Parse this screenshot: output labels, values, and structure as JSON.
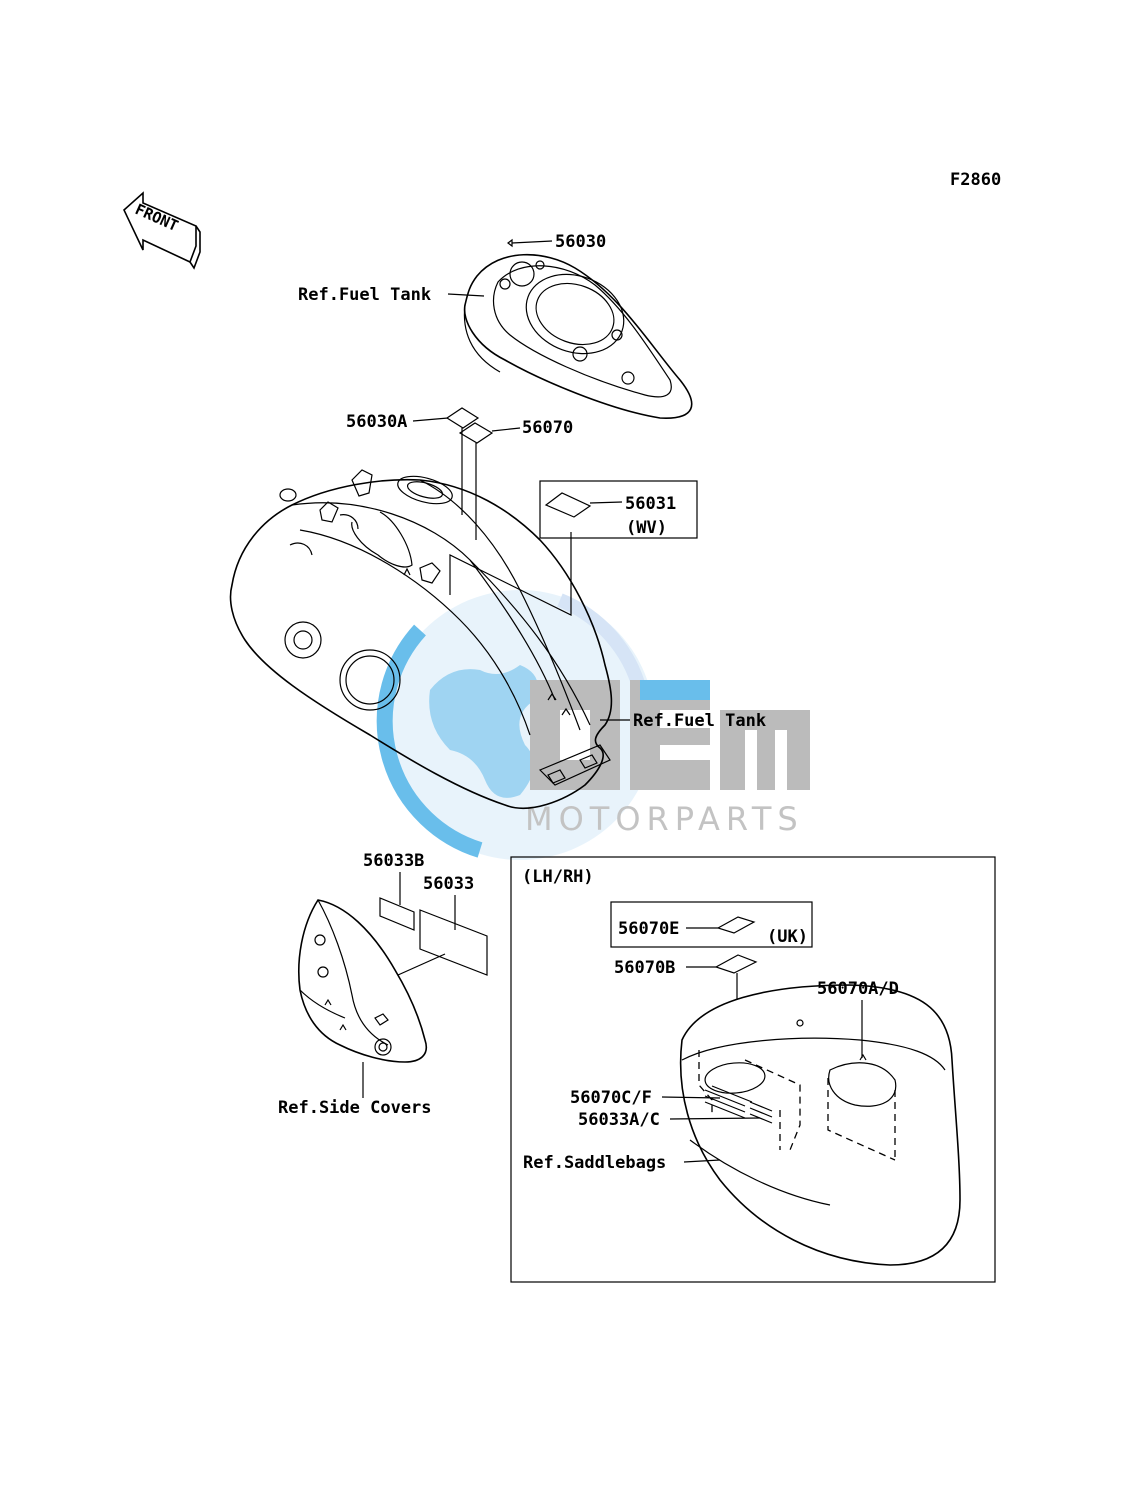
{
  "figure_code": "F2860",
  "direction_indicator": "FRONT",
  "watermark": {
    "brand": "OEM",
    "subtitle": "MOTORPARTS"
  },
  "labels": {
    "p56030": "56030",
    "ref_fuel_tank_top": "Ref.Fuel Tank",
    "p56030A": "56030A",
    "p56070": "56070",
    "p56031": "56031",
    "wv": "(WV)",
    "ref_fuel_tank_main": "Ref.Fuel Tank",
    "p56033B": "56033B",
    "p56033": "56033",
    "ref_side_covers": "Ref.Side Covers",
    "lh_rh": "(LH/RH)",
    "p56070E": "56070E",
    "uk": "(UK)",
    "p56070B": "56070B",
    "p56070AD": "56070A/D",
    "p56070CF": "56070C/F",
    "p56033AC": "56033A/C",
    "ref_saddlebags": "Ref.Saddlebags"
  },
  "colors": {
    "line": "#000000",
    "watermark_globe": "#cfe8f7",
    "watermark_blue": "#4fb3e8",
    "watermark_text": "#b9b9b9"
  }
}
